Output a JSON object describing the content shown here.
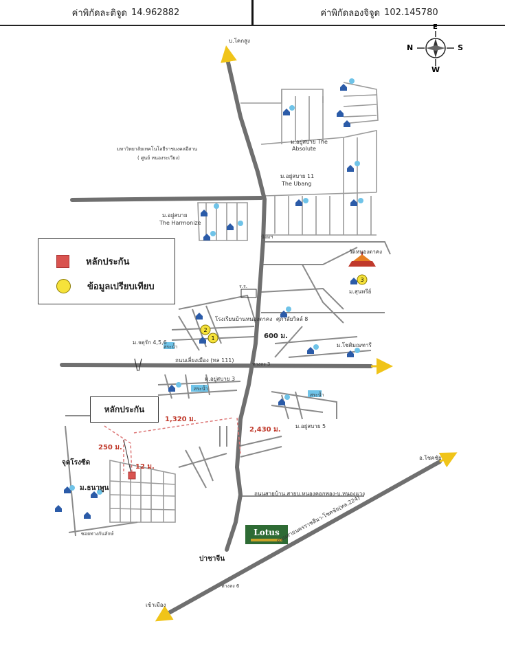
{
  "header": {
    "lat_label": "ค่าพิกัดละติจูด",
    "lat_value": "14.962882",
    "lon_label": "ค่าพิกัดลองจิจูด",
    "lon_value": "102.145780"
  },
  "legend": {
    "collateral_label": "หลักประกัน",
    "comparable_label": "ข้อมูลเปรียบเทียบ",
    "collateral_color": "#d9534f",
    "comparable_color": "#f6e23a"
  },
  "compass": {
    "n": "N",
    "s": "S",
    "e": "E",
    "w": "W"
  },
  "callout": {
    "label": "หลักประกัน"
  },
  "brand": {
    "name": "Lotus"
  },
  "labels": {
    "top_road": "บ.โคกสูง",
    "university": "มหาวิทยาลัยเทคโนโลยีราชมงคลอีสาน",
    "university_sub": "( ศูนย์ หนองระเวียง)",
    "absolute_1": "ม.อยู่สบาย The",
    "absolute_2": "Absolute",
    "ubang_1": "ม.อยู่สบาย 11",
    "ubang_2": "The Ubang",
    "harmonize_1": "ม.อยู่สบาย",
    "harmonize_2": "The Harmonize",
    "police_box": "ป้อมฯ",
    "temple": "วัดหนองตาคง",
    "sunthorn": "ม.สุนทรีย์",
    "school": "โรงเรียนบ้านหนองตาคง",
    "school_label": "ร.ร.",
    "shophouse": "ศุภาลัยวิลล์ 8",
    "distance_600": "600 ม.",
    "chompoo": "ม.โชติมณฑารี",
    "jaturak": "ม.จตุรัก 4,5,6",
    "pond_1": "สระน้ำ",
    "mueang_road": "ถนนเลี่ยงเมือง (ทล 111)",
    "ramp": "ทางลง 3",
    "yoosabai_3": "ม.อยู่สบาย 3",
    "yoosabai_5": "ม.อยู่สบาย 5",
    "pond_2": "สระน้ำ",
    "pond_3": "สระน้ำ",
    "dist_1320": "1,320  ม.",
    "dist_2430": "2,430  ม.",
    "dist_250": "250 ม.",
    "dist_12": "12 ม.",
    "start_point": "จุดโรงซีด",
    "thanaphoon": "ม.ธนาพูน",
    "sub_street": "ซอยทางกันลักษ์",
    "bypass_road": "ถนนสายบ้าน.สายบ.หนองคอกพอง-บ.หนองแวง",
    "chokchai": "อ.โชคชัย",
    "pachajin": "ปาชาจีน",
    "highway_224": "ถนนสายนครราชสีมา-โชคชัย(ทล.224)",
    "to_city": "เข้าเมือง",
    "ramp_6": "ทางลง 6"
  },
  "markers": [
    {
      "id": "1",
      "kind": "comparable"
    },
    {
      "id": "2",
      "kind": "comparable"
    },
    {
      "id": "3",
      "kind": "comparable"
    }
  ]
}
